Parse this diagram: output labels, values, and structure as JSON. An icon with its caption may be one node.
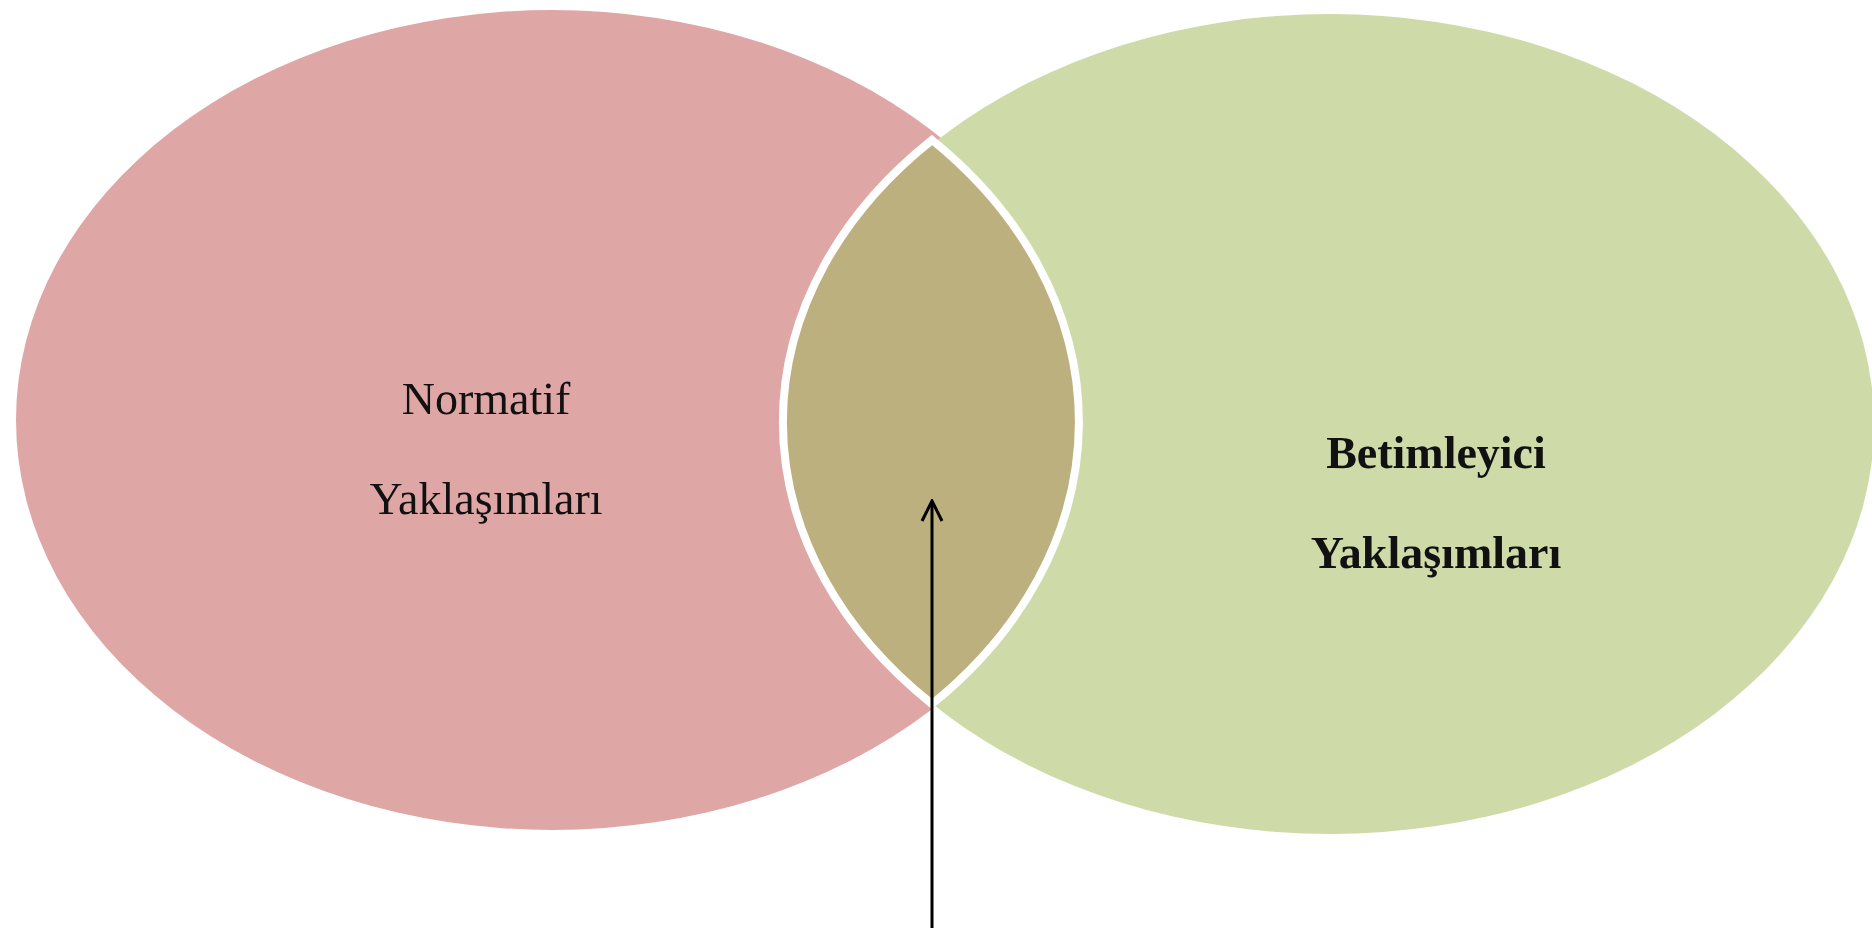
{
  "diagram": {
    "nodes": [
      {
        "text": [
          "Normatif Yaklaşımları"
        ]
      },
      {
        "text": [
          "Betimleyici Yaklaşımları"
        ]
      },
      {
        "text": [],
        "shape": "lens"
      }
    ],
    "edges": [
      {
        "from": null,
        "to": 2,
        "arrow": "to"
      }
    ]
  }
}
